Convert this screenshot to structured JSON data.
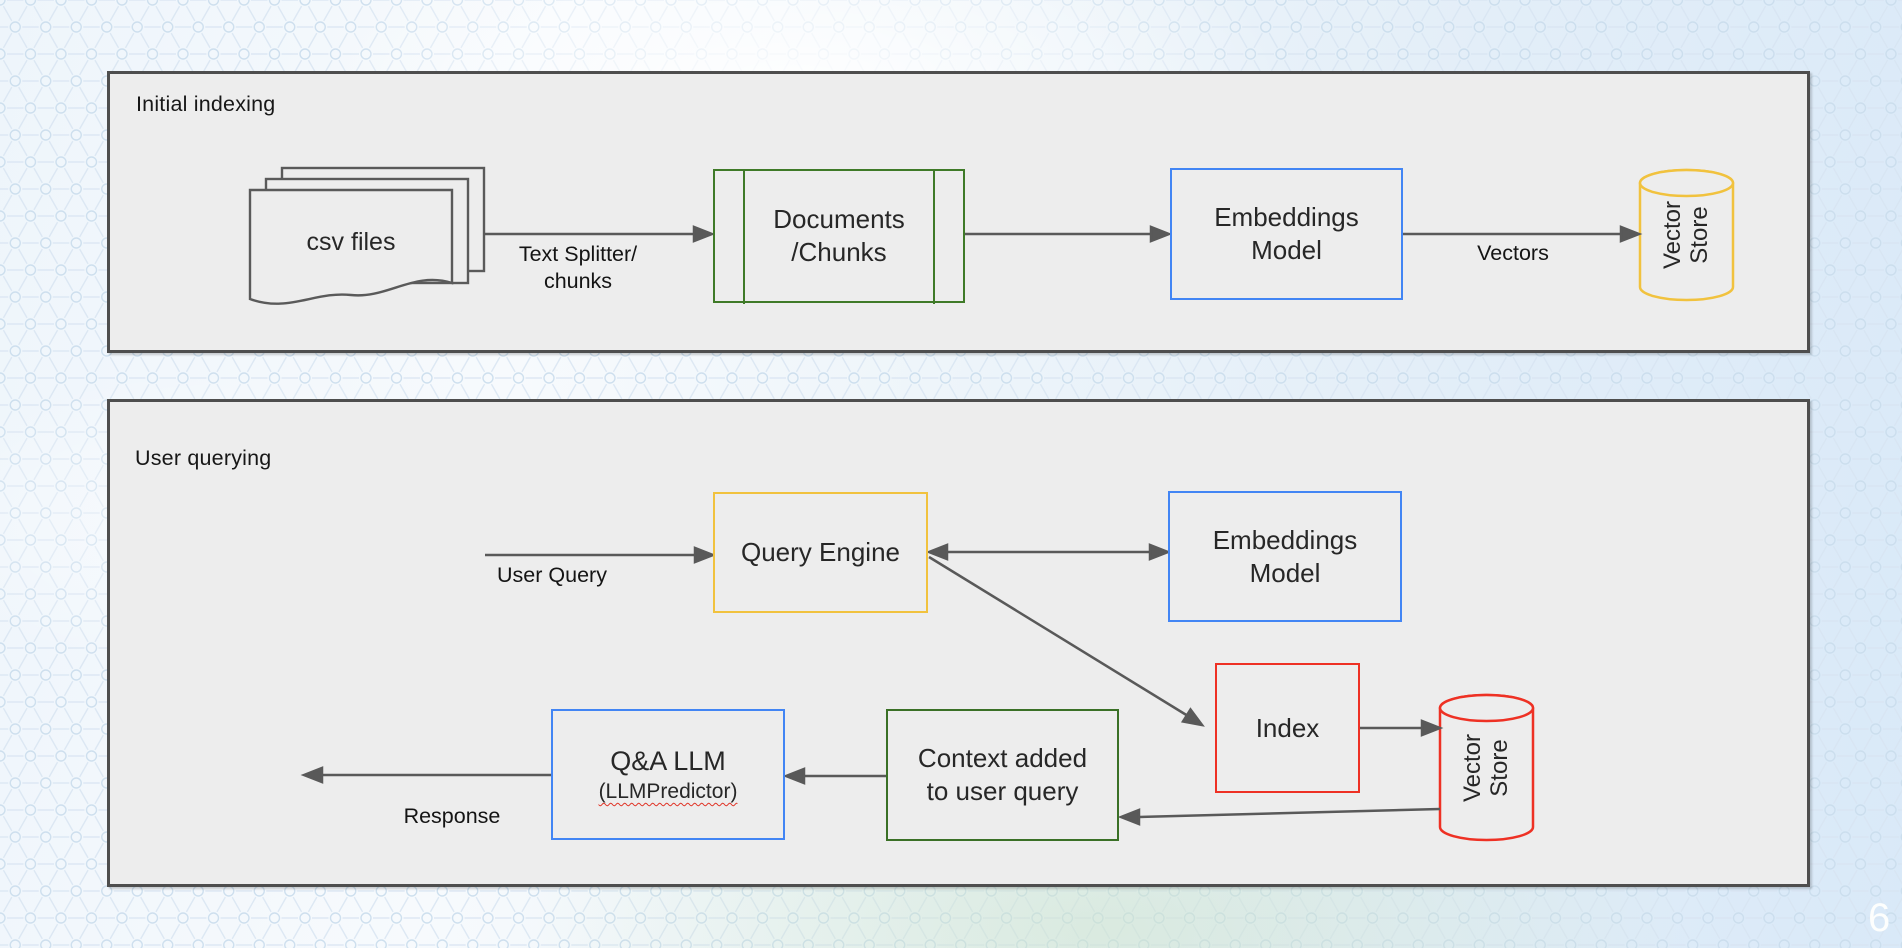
{
  "page_number": "6",
  "indexing": {
    "title": "Initial indexing",
    "csv_files": "csv files",
    "splitter_label_line1": "Text Splitter/",
    "splitter_label_line2": "chunks",
    "documents_line1": "Documents",
    "documents_line2": "/Chunks",
    "embeddings_line1": "Embeddings",
    "embeddings_line2": "Model",
    "vectors_label": "Vectors",
    "vector_store_line1": "Vector",
    "vector_store_line2": "Store"
  },
  "querying": {
    "title": "User querying",
    "user_query_label": "User Query",
    "query_engine": "Query Engine",
    "embeddings_line1": "Embeddings",
    "embeddings_line2": "Model",
    "index": "Index",
    "vector_store_line1": "Vector",
    "vector_store_line2": "Store",
    "context_line1": "Context added",
    "context_line2": "to user query",
    "qa_llm_line1": "Q&A LLM",
    "qa_llm_line2": "(LLMPredictor)",
    "response_label": "Response"
  },
  "colors": {
    "blue_box_border": "#4285f4",
    "red_box_border": "#ee3124",
    "yellow_box_border": "#f1c23e",
    "green_box_border": "#3f7a28",
    "dark_green_box_border": "#3a7026",
    "arrow": "#595959",
    "panel_fill": "#ededed",
    "panel_border": "#4e4e4e",
    "background_pattern": "#d7e4f1",
    "text": "#272727"
  }
}
